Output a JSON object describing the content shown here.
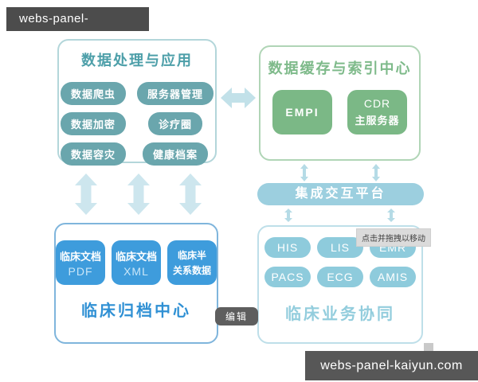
{
  "watermarks": {
    "top": "webs-panel-kaiyun.com",
    "bottom": "webs-panel-kaiyun.com"
  },
  "tooltip": {
    "text": "点击并拖拽以移动"
  },
  "edit_button": {
    "label": "编辑"
  },
  "colors": {
    "teal_pill": "#6aa6ad",
    "teal_title": "#4d9fa9",
    "green_node": "#7bb886",
    "green_title": "#7eba8a",
    "blue_tile": "#3e9cdc",
    "blue_title": "#2f90d4",
    "light_blue": "#8ecbdc",
    "platform_bar": "#9ccfdf",
    "arrow": "#cde6ee",
    "banner": "#4c4c4c"
  },
  "diagram": {
    "processing": {
      "title": "数据处理与应用",
      "pills": [
        "数据爬虫",
        "服务器管理",
        "数据加密",
        "诊疗圈",
        "数据容灾",
        "健康档案"
      ]
    },
    "cache": {
      "title": "数据缓存与索引中心",
      "nodes": [
        {
          "line1": "EMPI",
          "line2": ""
        },
        {
          "line1": "CDR",
          "line2": "主服务器"
        }
      ]
    },
    "platform": {
      "label": "集成交互平台"
    },
    "archive": {
      "title": "临床归档中心",
      "tiles": [
        {
          "line1": "临床文档",
          "line2": "PDF"
        },
        {
          "line1": "临床文档",
          "line2": "XML"
        },
        {
          "line1": "临床半",
          "line2": "关系数据"
        }
      ]
    },
    "collaboration": {
      "title": "临床业务协同",
      "pills": [
        "HIS",
        "LIS",
        "EMR",
        "PACS",
        "ECG",
        "AMIS"
      ]
    }
  }
}
